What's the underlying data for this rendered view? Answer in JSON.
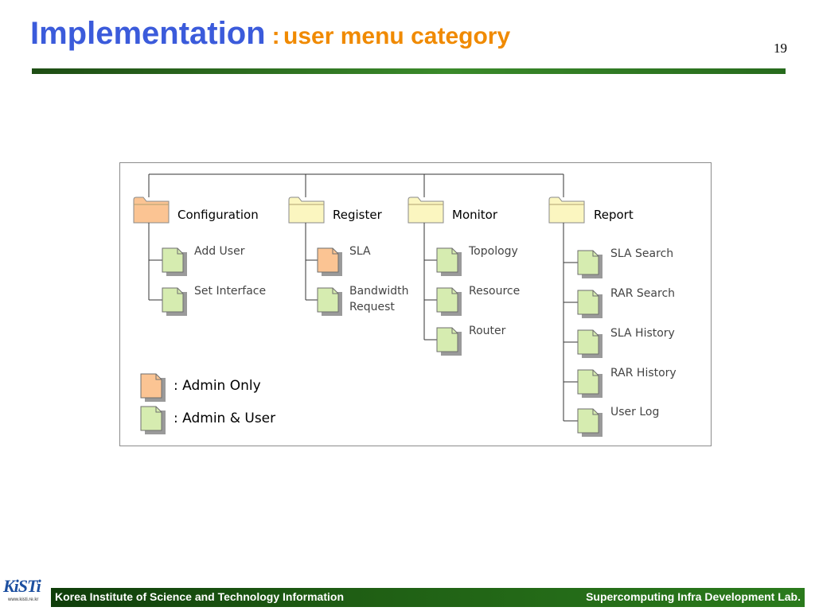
{
  "slide": {
    "title_main": "Implementation",
    "title_sep": ":",
    "title_sub": "user menu category",
    "page_number": "19"
  },
  "diagram": {
    "categories": [
      {
        "label": "Configuration",
        "color": "orange",
        "items": [
          {
            "label": "Add User",
            "color": "green"
          },
          {
            "label": "Set Interface",
            "color": "green"
          }
        ]
      },
      {
        "label": "Register",
        "color": "yellow",
        "items": [
          {
            "label": "SLA",
            "color": "orange"
          },
          {
            "label": "Bandwidth\nRequest",
            "color": "green"
          }
        ]
      },
      {
        "label": "Monitor",
        "color": "yellow",
        "items": [
          {
            "label": "Topology",
            "color": "green"
          },
          {
            "label": "Resource",
            "color": "green"
          },
          {
            "label": "Router",
            "color": "green"
          }
        ]
      },
      {
        "label": "Report",
        "color": "yellow",
        "items": [
          {
            "label": "SLA Search",
            "color": "green"
          },
          {
            "label": "RAR Search",
            "color": "green"
          },
          {
            "label": "SLA History",
            "color": "green"
          },
          {
            "label": "RAR History",
            "color": "green"
          },
          {
            "label": "User Log",
            "color": "green"
          }
        ]
      }
    ],
    "legend": [
      {
        "label": ": Admin Only",
        "color": "orange"
      },
      {
        "label": ": Admin & User",
        "color": "green"
      }
    ]
  },
  "colors": {
    "orange": "#fbc493",
    "yellow": "#fbf6c0",
    "green": "#d6ecb0",
    "title_blue": "#3b5bdb",
    "title_orange": "#f08a00"
  },
  "footer": {
    "logo": "KiSTi",
    "logo_url": "www.kisti.re.kr",
    "left": "Korea Institute of Science and Technology Information",
    "right": "Supercomputing Infra Development Lab."
  }
}
